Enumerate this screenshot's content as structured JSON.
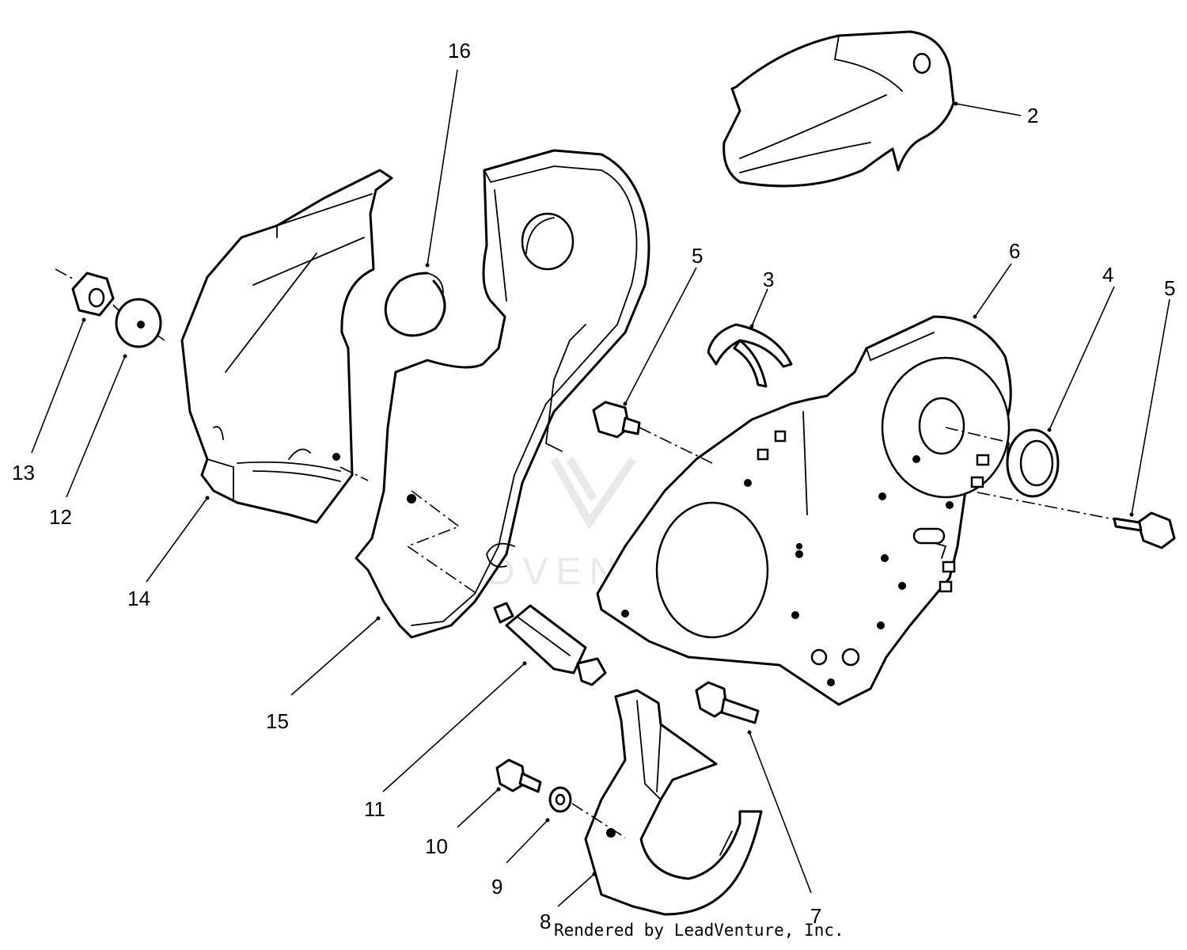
{
  "diagram": {
    "callouts": [
      "2",
      "3",
      "4",
      "5",
      "5",
      "6",
      "7",
      "8",
      "9",
      "10",
      "11",
      "12",
      "13",
      "14",
      "15",
      "16"
    ]
  },
  "watermark": {
    "text": "LEADVENTURE"
  },
  "footer": {
    "credit": "Rendered by LeadVenture, Inc."
  }
}
